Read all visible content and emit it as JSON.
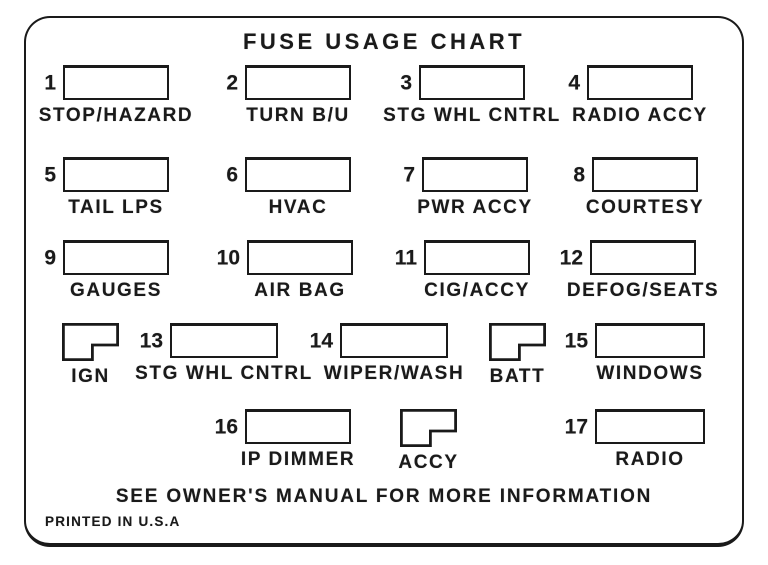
{
  "title": "FUSE USAGE CHART",
  "fuses": [
    {
      "number": "1",
      "label": "STOP/HAZARD"
    },
    {
      "number": "2",
      "label": "TURN B/U"
    },
    {
      "number": "3",
      "label": "STG WHL CNTRL"
    },
    {
      "number": "4",
      "label": "RADIO ACCY"
    },
    {
      "number": "5",
      "label": "TAIL LPS"
    },
    {
      "number": "6",
      "label": "HVAC"
    },
    {
      "number": "7",
      "label": "PWR ACCY"
    },
    {
      "number": "8",
      "label": "COURTESY"
    },
    {
      "number": "9",
      "label": "GAUGES"
    },
    {
      "number": "10",
      "label": "AIR BAG"
    },
    {
      "number": "11",
      "label": "CIG/ACCY"
    },
    {
      "number": "12",
      "label": "DEFOG/SEATS"
    },
    {
      "number": "13",
      "label": "STG WHL CNTRL"
    },
    {
      "number": "14",
      "label": "WIPER/WASH"
    },
    {
      "number": "15",
      "label": "WINDOWS"
    },
    {
      "number": "16",
      "label": "IP DIMMER"
    },
    {
      "number": "17",
      "label": "RADIO"
    }
  ],
  "connectors": [
    {
      "label": "IGN"
    },
    {
      "label": "BATT"
    },
    {
      "label": "ACCY"
    }
  ],
  "footer": {
    "note": "SEE OWNER'S MANUAL FOR MORE INFORMATION",
    "printed": "PRINTED IN U.S.A"
  },
  "colors": {
    "ink": "#1a1a1a",
    "paper": "#ffffff"
  }
}
